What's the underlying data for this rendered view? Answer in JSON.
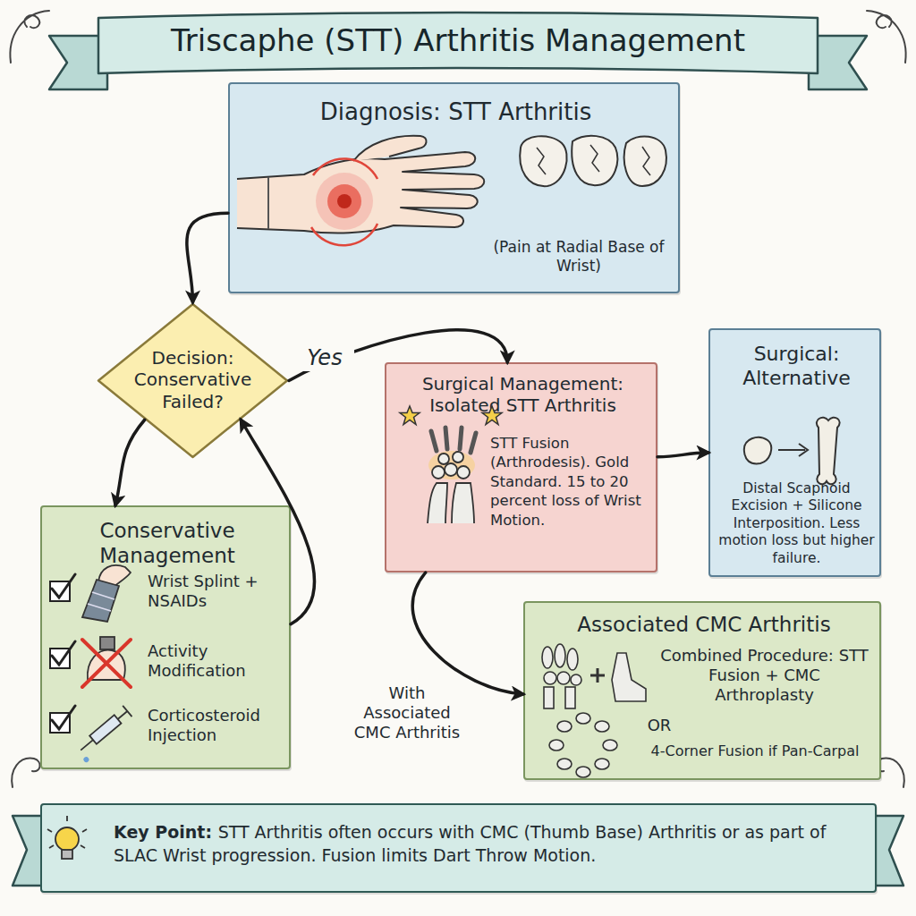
{
  "diagram": {
    "title": "Triscaphe (STT) Arthritis Management",
    "nodes": [
      {
        "text": [
          "Diagnosis: STT Arthritis",
          "(Pain at Radial Base of Wrist)"
        ]
      },
      {
        "text": [
          "Decision: Conservative Failed?"
        ]
      },
      {
        "text": [
          "Surgical Management: Isolated STT Arthritis",
          "STT Fusion (Arthrodesis). Gold Standard. 15 to 20 percent loss of Wrist Motion."
        ]
      },
      {
        "text": [
          "Surgical: Alternative",
          "Distal Scaphoid Excision + Silicone Interposition. Less motion loss but higher failure."
        ]
      },
      {
        "text": [
          "Conservative Management",
          "Wrist Splint + NSAIDs",
          "Activity Modification",
          "Corticosteroid Injection"
        ]
      },
      {
        "text": [
          "Associated CMC Arthritis",
          "Combined Procedure: STT Fusion + CMC Arthroplasty",
          "OR",
          "4-Corner Fusion if Pan-Carpal"
        ]
      },
      {
        "text": [
          "Key Point:",
          "STT Arthritis often occurs with CMC (Thumb Base) Arthritis or as part of SLAC Wrist progression. Fusion limits Dart Throw Motion."
        ]
      }
    ],
    "edges": [
      {
        "from": 0,
        "to": 1,
        "arrow": "to"
      },
      {
        "from": 1,
        "to": 2,
        "label": "Yes",
        "arrow": "to"
      },
      {
        "from": 1,
        "to": 4,
        "arrow": "to"
      },
      {
        "from": 4,
        "to": 1,
        "arrow": "to"
      },
      {
        "from": 2,
        "to": 3,
        "arrow": "to"
      },
      {
        "from": 2,
        "to": 5,
        "label": "With Associated CMC Arthritis",
        "arrow": "to"
      }
    ]
  }
}
